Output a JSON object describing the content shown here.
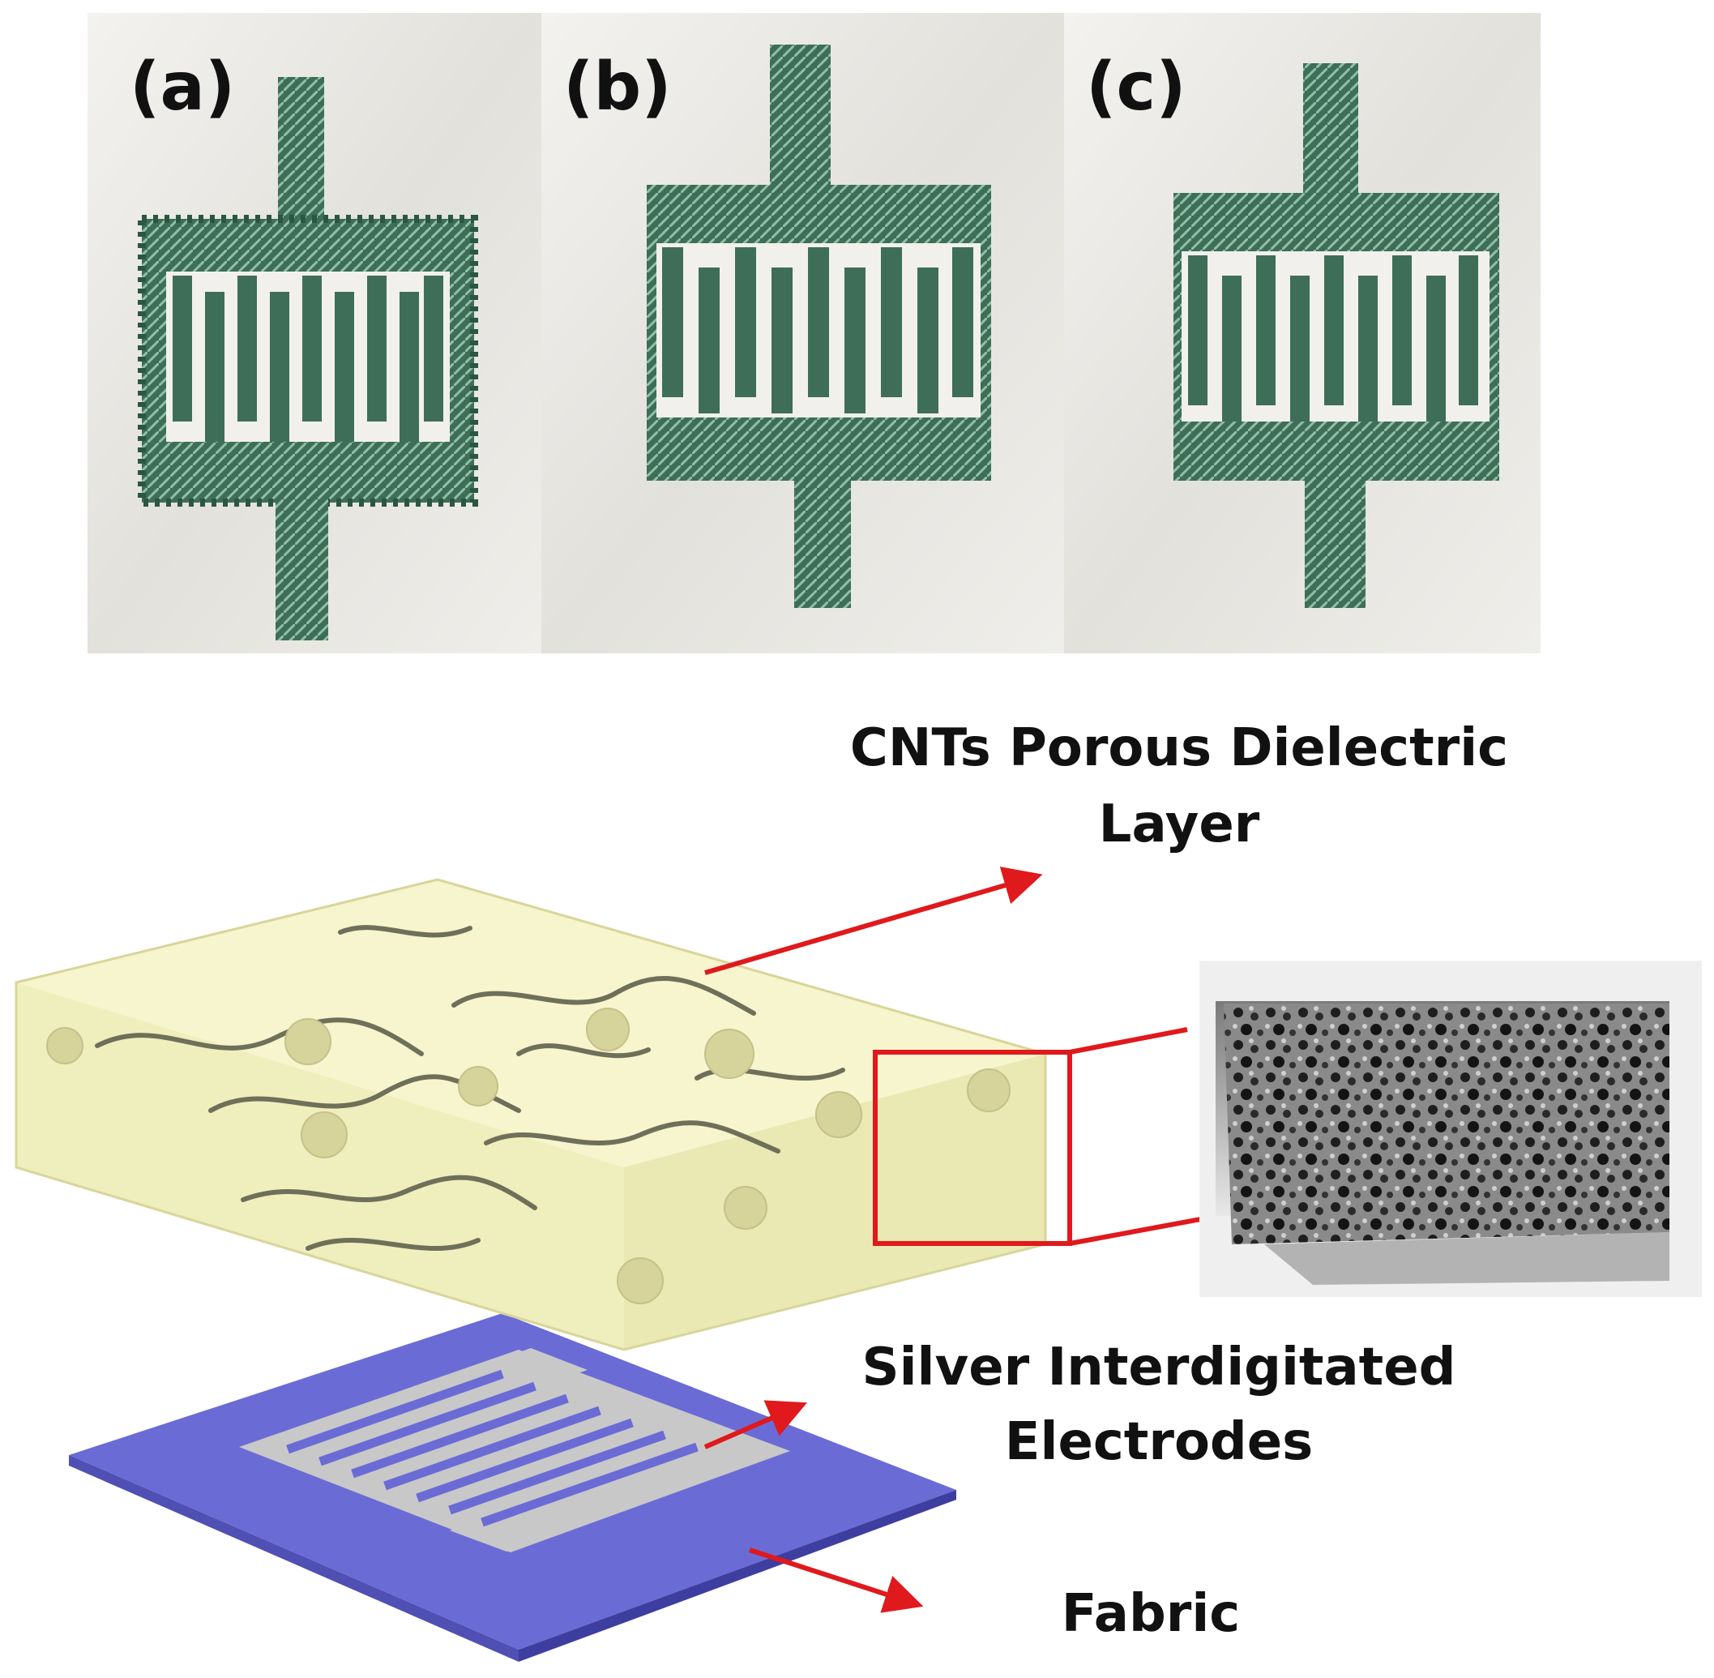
{
  "panels": {
    "a": "(a)",
    "b": "(b)",
    "c": "(c)"
  },
  "callouts": {
    "dielectric_line1": "CNTs Porous Dielectric",
    "dielectric_line2": "Layer",
    "electrodes_line1": "Silver Interdigitated",
    "electrodes_line2": "Electrodes",
    "fabric": "Fabric"
  },
  "colors": {
    "embroidery_thread": "#3f6f58",
    "fabric_background": "#ecebe8",
    "dielectric_layer": "#f2f0b8",
    "fabric_layer": "#6b6bd6",
    "silver_electrode": "#c8c8c8",
    "arrow": "#e0191c"
  }
}
